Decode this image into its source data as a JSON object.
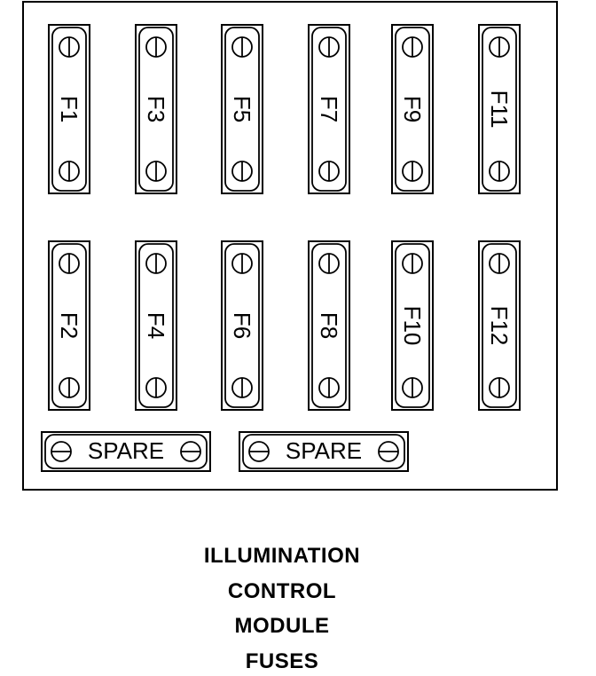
{
  "fuses_top_row": [
    "F1",
    "F3",
    "F5",
    "F7",
    "F9",
    "F11"
  ],
  "fuses_bottom_row": [
    "F2",
    "F4",
    "F6",
    "F8",
    "F10",
    "F12"
  ],
  "spares": [
    "SPARE",
    "SPARE"
  ],
  "caption": [
    "ILLUMINATION",
    "CONTROL",
    "MODULE",
    "FUSES"
  ],
  "colors": {
    "line": "#000000",
    "background": "#ffffff"
  }
}
